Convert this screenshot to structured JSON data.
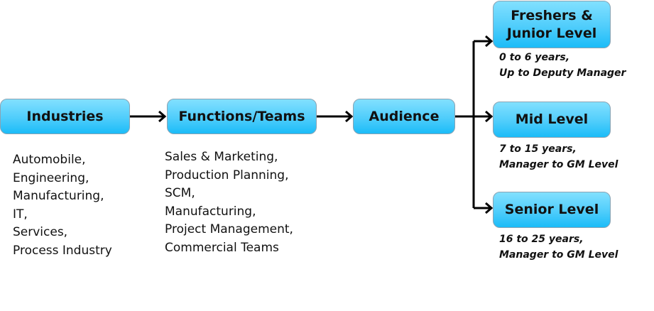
{
  "nodes": {
    "industries": "Industries",
    "functions": "Functions/Teams",
    "audience": "Audience",
    "junior_line1": "Freshers &",
    "junior_line2": "Junior Level",
    "mid": "Mid Level",
    "senior": "Senior Level"
  },
  "industries_list": [
    "Automobile,",
    "Engineering,",
    "Manufacturing,",
    "IT,",
    "Services,",
    "Process Industry"
  ],
  "functions_list": [
    "Sales & Marketing,",
    "Production Planning,",
    "SCM,",
    "Manufacturing,",
    "Project Management,",
    "Commercial Teams"
  ],
  "levels": {
    "junior": {
      "years": "0 to 6 years,",
      "role": "Up to Deputy Manager"
    },
    "mid": {
      "years": "7 to 15 years,",
      "role": "Manager to GM Level"
    },
    "senior": {
      "years": "16 to 25 years,",
      "role": "Manager to GM Level"
    }
  },
  "colors": {
    "box_top": "#82e0ff",
    "box_bottom": "#1bbcf8",
    "connector": "#000000"
  }
}
